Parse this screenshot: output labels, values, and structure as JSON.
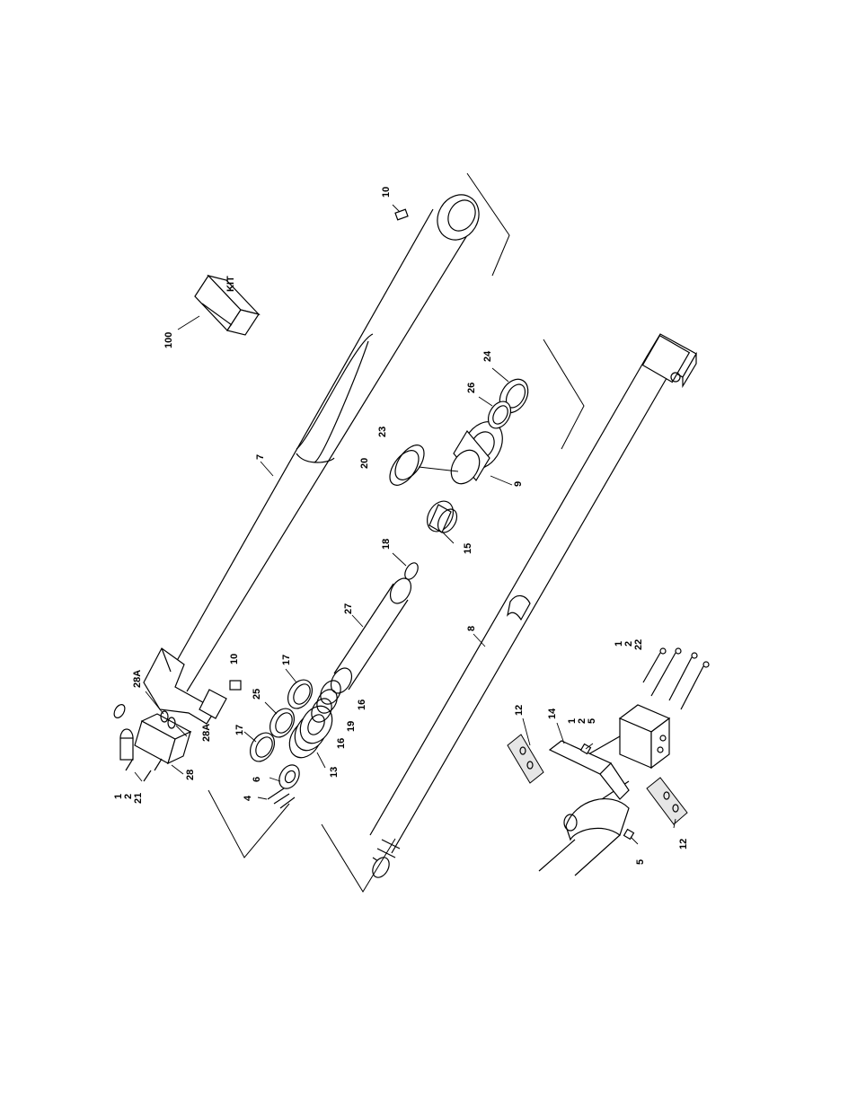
{
  "callouts": {
    "c100": "100",
    "c10_top": "10",
    "c7": "7",
    "c24": "24",
    "c26": "26",
    "c23": "23",
    "c20": "20",
    "c9": "9",
    "c18": "18",
    "c15": "15",
    "c27": "27",
    "c8": "8",
    "c28A_top": "28A",
    "c28A_bot": "28A",
    "c10_bot": "10",
    "c17_right": "17",
    "c25": "25",
    "c17_left": "17",
    "c16_a": "16",
    "c19": "19",
    "c16_b": "16",
    "c13": "13",
    "c6": "6",
    "c4": "4",
    "c28": "28",
    "c1_left": "1",
    "c2_left": "2",
    "c21": "21",
    "c1_right": "1",
    "c2_right": "2",
    "c22": "22",
    "c12_top": "12",
    "c14": "14",
    "c1_mid": "1",
    "c2_mid": "2",
    "c5_mid": "5",
    "c5_bot": "5",
    "c12_bot": "12"
  },
  "kit_label": "KIT"
}
